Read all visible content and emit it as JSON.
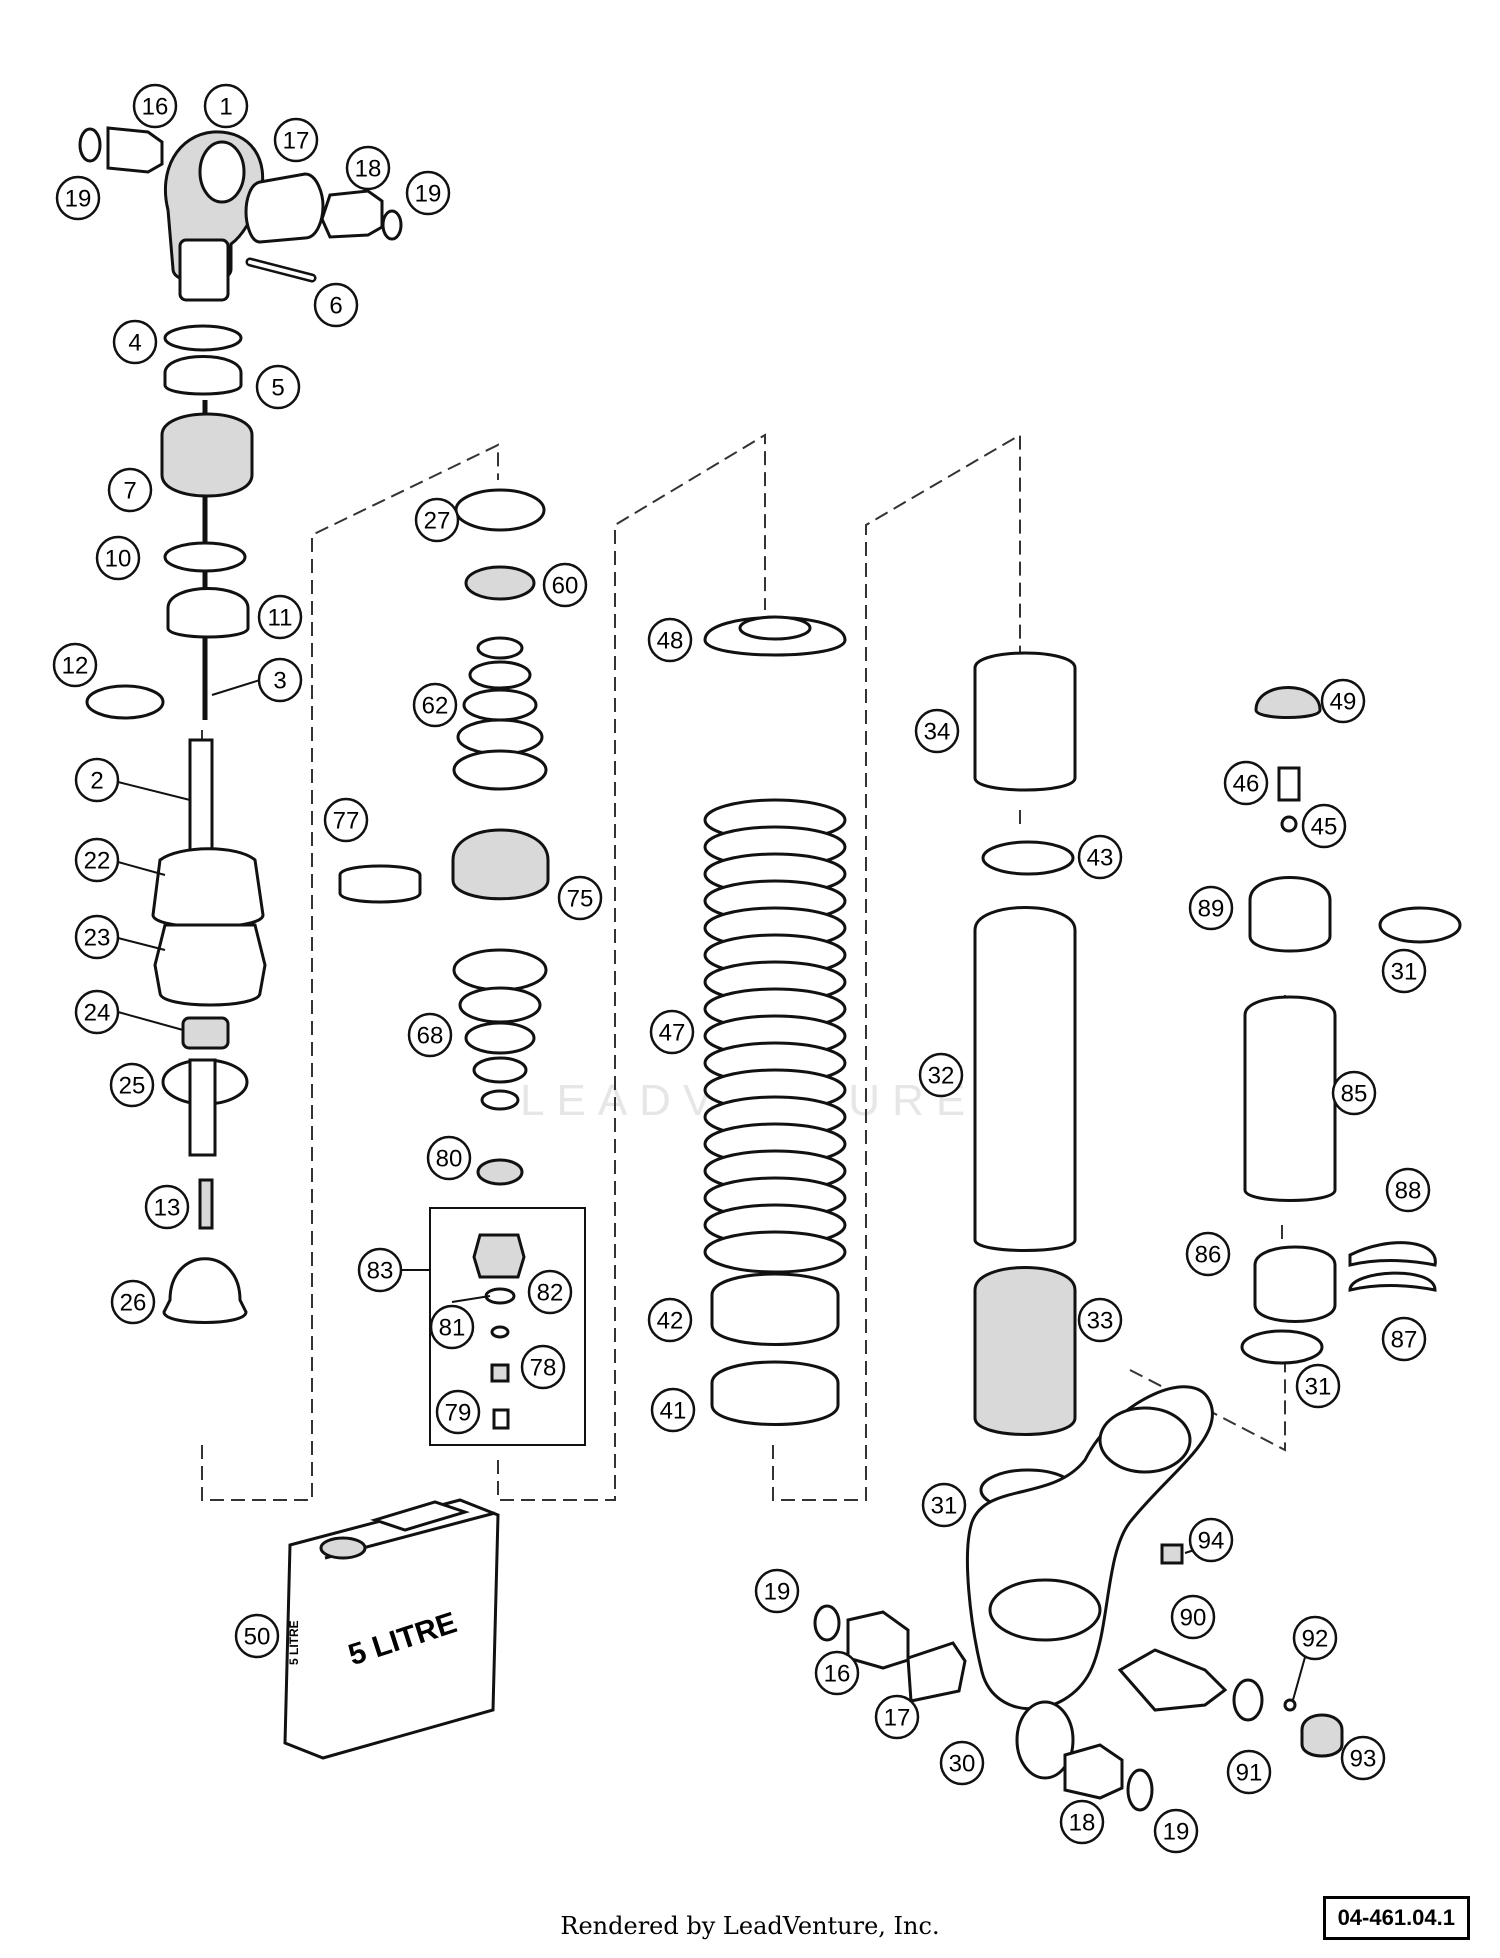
{
  "footer": {
    "rendered_by": "Rendered by LeadVenture, Inc.",
    "diagram_ref": "04-461.04.1"
  },
  "watermark": "LEADVENTURE",
  "oil_can_label": "5 LITRE",
  "oil_can_label_small": "5 LITRE",
  "callouts": [
    {
      "num": "1"
    },
    {
      "num": "16"
    },
    {
      "num": "19"
    },
    {
      "num": "17"
    },
    {
      "num": "18"
    },
    {
      "num": "19"
    },
    {
      "num": "6"
    },
    {
      "num": "4"
    },
    {
      "num": "5"
    },
    {
      "num": "7"
    },
    {
      "num": "10"
    },
    {
      "num": "11"
    },
    {
      "num": "12"
    },
    {
      "num": "3"
    },
    {
      "num": "2"
    },
    {
      "num": "22"
    },
    {
      "num": "23"
    },
    {
      "num": "24"
    },
    {
      "num": "25"
    },
    {
      "num": "13"
    },
    {
      "num": "26"
    },
    {
      "num": "27"
    },
    {
      "num": "60"
    },
    {
      "num": "62"
    },
    {
      "num": "77"
    },
    {
      "num": "75"
    },
    {
      "num": "68"
    },
    {
      "num": "80"
    },
    {
      "num": "83"
    },
    {
      "num": "82"
    },
    {
      "num": "81"
    },
    {
      "num": "78"
    },
    {
      "num": "79"
    },
    {
      "num": "48"
    },
    {
      "num": "47"
    },
    {
      "num": "42"
    },
    {
      "num": "41"
    },
    {
      "num": "34"
    },
    {
      "num": "43"
    },
    {
      "num": "32"
    },
    {
      "num": "33"
    },
    {
      "num": "31"
    },
    {
      "num": "49"
    },
    {
      "num": "46"
    },
    {
      "num": "45"
    },
    {
      "num": "89"
    },
    {
      "num": "31"
    },
    {
      "num": "85"
    },
    {
      "num": "88"
    },
    {
      "num": "86"
    },
    {
      "num": "87"
    },
    {
      "num": "31"
    },
    {
      "num": "94"
    },
    {
      "num": "19"
    },
    {
      "num": "16"
    },
    {
      "num": "17"
    },
    {
      "num": "90"
    },
    {
      "num": "92"
    },
    {
      "num": "93"
    },
    {
      "num": "91"
    },
    {
      "num": "30"
    },
    {
      "num": "18"
    },
    {
      "num": "19"
    },
    {
      "num": "50"
    }
  ]
}
